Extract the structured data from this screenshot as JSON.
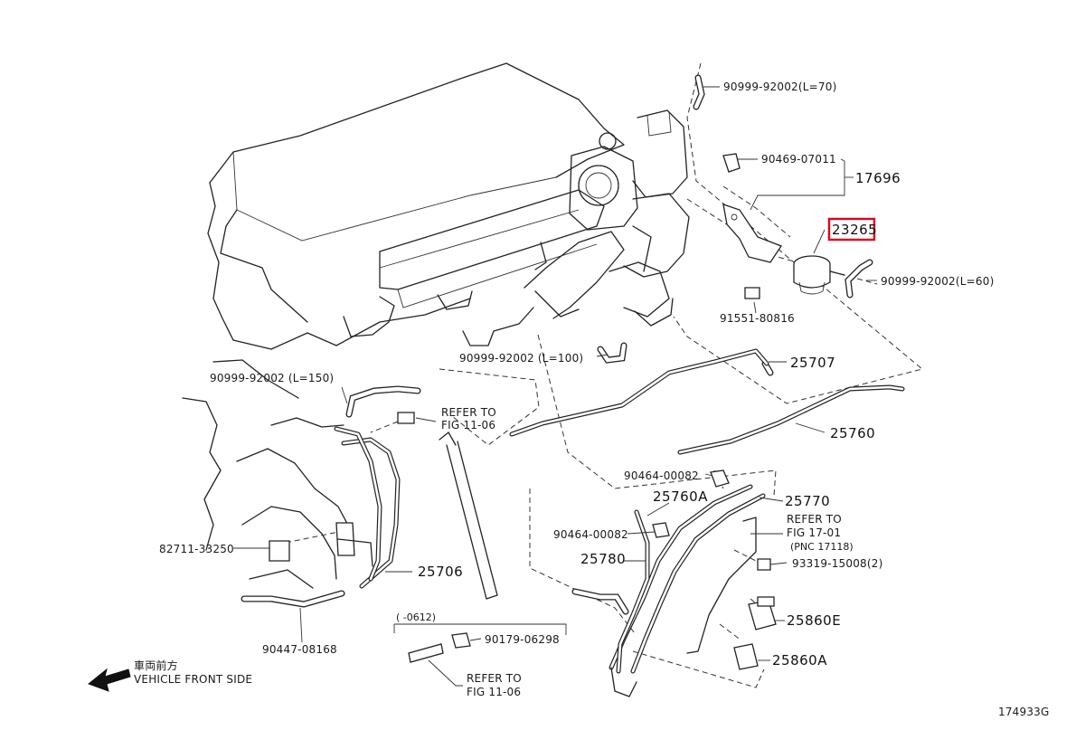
{
  "labels": {
    "hose_l70": "90999-92002(L=70)",
    "clip_90469": "90469-07011",
    "bracket_17696": "17696",
    "part_23265": "23265",
    "hose_l60": "90999-92002(L=60)",
    "bolt_91551": "91551-80816",
    "hose_l100": "90999-92002 (L=100)",
    "pipe_25707": "25707",
    "hose_l150": "90999-92002 (L=150)",
    "refer_1106_a_line1": "REFER TO",
    "refer_1106_a_line2": "FIG 11-06",
    "pipe_25760": "25760",
    "clamp_90464_a": "90464-00082",
    "pipe_25760a": "25760A",
    "pipe_25770": "25770",
    "refer_1701_line1": "REFER TO",
    "refer_1701_line2": "FIG 17-01",
    "refer_1701_pnc": "(PNC 17118)",
    "clamp_90464_b": "90464-00082",
    "pipe_25780": "25780",
    "bolt_93319": "93319-15008(2)",
    "sensor_82711": "82711-33250",
    "pipe_25706": "25706",
    "valve_25860e": "25860E",
    "valve_25860a": "25860A",
    "date_range": "(      -0612)",
    "hose_90447": "90447-08168",
    "nut_90179": "90179-06298",
    "refer_1106_b_line1": "REFER TO",
    "refer_1106_b_line2": "FIG 11-06",
    "front_jp": "車両前方",
    "front_en": "VEHICLE FRONT SIDE",
    "figure_id": "174933G"
  },
  "colors": {
    "ink": "#222222",
    "highlight": "#e3001b",
    "background": "#ffffff"
  }
}
